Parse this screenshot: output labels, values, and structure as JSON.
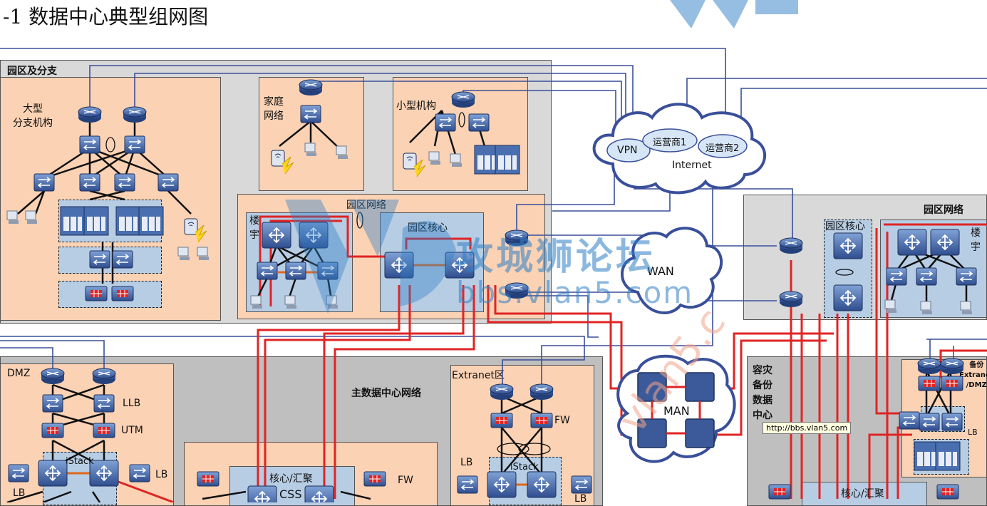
{
  "page": {
    "title": "-1  数据中心典型组网图"
  },
  "campus": {
    "title": "园区及分支",
    "large_branch": "大型\n分支机构",
    "home_network": "家庭\n网络",
    "small_org": "小型机构",
    "campus_network": "园区网络",
    "building": "楼\n宇",
    "core": "园区核心"
  },
  "cloud": {
    "vpn": "VPN",
    "isp1": "运营商1",
    "isp2": "运营商2",
    "internet": "Internet",
    "wan": "WAN",
    "man": "MAN"
  },
  "right_campus": {
    "title": "园区网络",
    "core": "园区核心",
    "building": "楼\n宇"
  },
  "main_dc": {
    "title": "主数据中心网络",
    "dmz": "DMZ",
    "llb": "LLB",
    "utm": "UTM",
    "istack": "iStack",
    "lb": "LB",
    "core_agg": "核心/汇聚",
    "css": "CSS",
    "fw": "FW",
    "extranet": "Extranet区"
  },
  "dr_dc": {
    "title": "容灾\n备份\n数据\n中心",
    "backup_extranet": "备份\nExtranet\n/DMZ",
    "lb": "LB",
    "core_agg": "核心/汇聚"
  },
  "tooltip": {
    "url": "http://bbs.vlan5.com"
  },
  "watermark": {
    "text": "攻城狮论坛",
    "url": "bbs.vlan5.com",
    "diag": "vlan5.c"
  },
  "colors": {
    "link_blue": "#3a4f9a",
    "link_red": "#e02424",
    "peach": "#fbd2b4",
    "lightblue": "#b7cde4",
    "gray": "#d9d9d9"
  }
}
